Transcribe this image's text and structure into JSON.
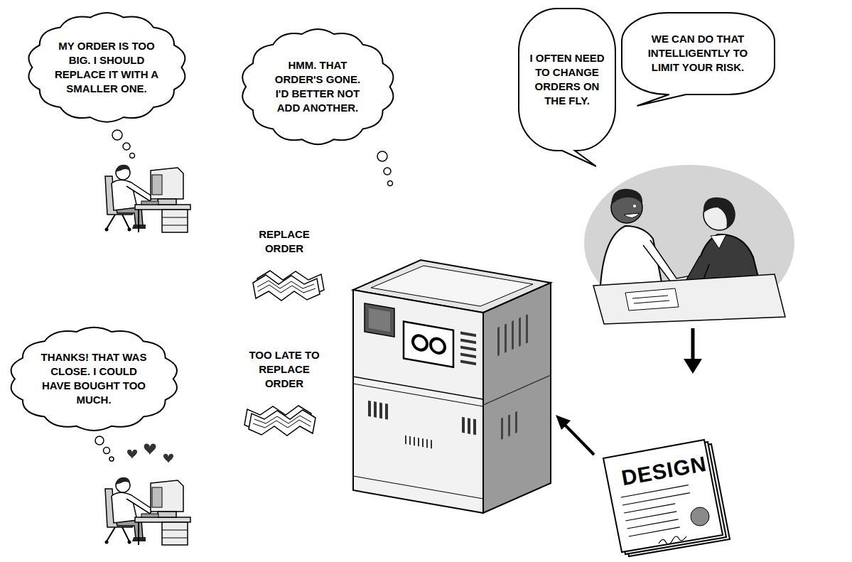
{
  "diagram": {
    "nodes": [
      {
        "text": [
          "MY ORDER IS TOO BIG. I SHOULD REPLACE IT WITH A SMALLER ONE."
        ]
      },
      {
        "text": [
          "HMM. THAT ORDER'S GONE. I'D BETTER NOT ADD ANOTHER."
        ]
      },
      {
        "text": [
          "I OFTEN NEED TO CHANGE ORDERS ON THE FLY."
        ]
      },
      {
        "text": [
          "WE CAN DO THAT INTELLIGENTLY TO LIMIT YOUR RISK."
        ]
      },
      {
        "text": [
          "THANKS! THAT WAS CLOSE. I COULD HAVE BOUGHT TOO MUCH."
        ]
      },
      {
        "text": [
          "DESIGN"
        ]
      }
    ],
    "labels": [
      "REPLACE ORDER",
      "TOO LATE TO REPLACE ORDER"
    ]
  }
}
